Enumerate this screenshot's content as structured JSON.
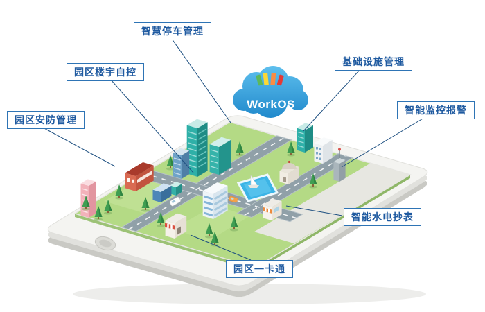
{
  "diagram": {
    "cloud_label": "WorkOS",
    "callouts": [
      {
        "id": "smart-parking",
        "label": "智慧停车管理"
      },
      {
        "id": "building-automation",
        "label": "园区楼宇自控"
      },
      {
        "id": "park-security",
        "label": "园区安防管理"
      },
      {
        "id": "infrastructure",
        "label": "基础设施管理"
      },
      {
        "id": "monitoring-alarm",
        "label": "智能监控报警"
      },
      {
        "id": "water-power-metering",
        "label": "智能水电抄表"
      },
      {
        "id": "one-card-pass",
        "label": "园区一卡通"
      }
    ],
    "colors": {
      "callout_border": "#2e74b5",
      "callout_text": "#1f5aa0",
      "leader_line": "#1d4f80",
      "cloud_top": "#5fc0ee",
      "cloud_bottom": "#1f88cb",
      "grass": "#b4da85",
      "road": "#90a0a8",
      "phone_body": "#f4f4f1"
    }
  }
}
